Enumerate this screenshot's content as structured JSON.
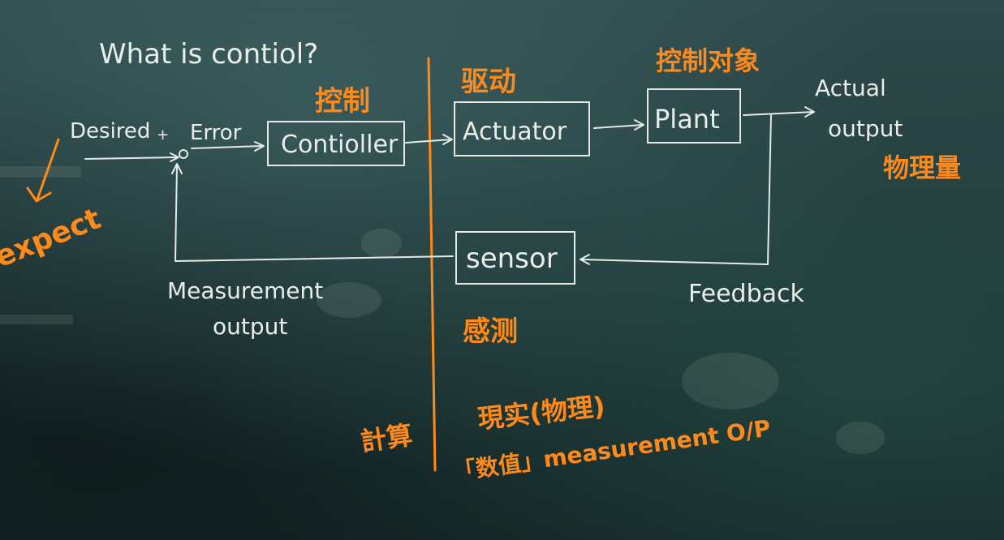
{
  "title": "What is contiol?",
  "blocks": {
    "controller": "Contioller",
    "actuator": "Actuator",
    "plant": "Plant",
    "sensor": "sensor"
  },
  "signals": {
    "desired": "Desired",
    "plus": "+",
    "error": "Error",
    "actual_output_line1": "Actual",
    "actual_output_line2": "output",
    "feedback": "Feedback",
    "measurement_output_line1": "Measurement",
    "measurement_output_line2": "output"
  },
  "annotations": {
    "controller_cn": "控制",
    "actuator_cn": "驱动",
    "plant_cn": "控制对象",
    "physical_quantity_cn": "物理量",
    "sensor_cn": "感测",
    "expect": "expect",
    "compute_cn": "計算",
    "reality_cn": "現实(物理)",
    "numeric_cn": "「数值」measurement O/P"
  }
}
